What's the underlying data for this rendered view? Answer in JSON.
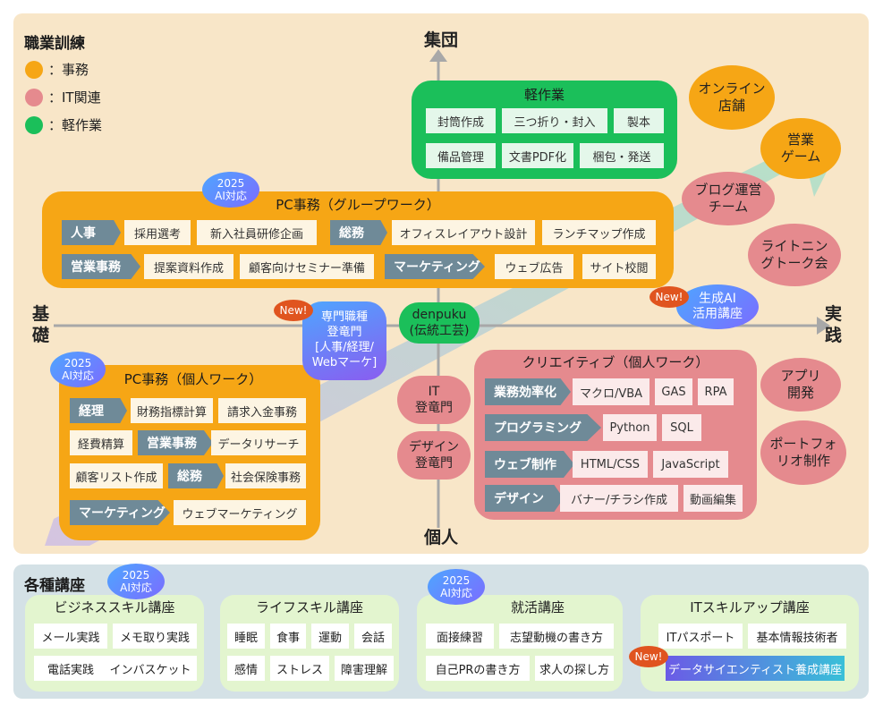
{
  "colors": {
    "orange": "#f6a615",
    "pink": "#e58a8e",
    "green": "#1bbf5a",
    "panel_top": "#f8e6c8",
    "panel_bottom": "#d4e1e6",
    "tag": "#6f8a98",
    "new": "#e0541f"
  },
  "legend": {
    "title": "職業訓練",
    "items": [
      {
        "label": "：事務",
        "color": "#f6a615"
      },
      {
        "label": "：IT関連",
        "color": "#e58a8e"
      },
      {
        "label": "：軽作業",
        "color": "#1bbf5a"
      }
    ]
  },
  "axes": {
    "top": "集団",
    "bottom": "個人",
    "left": "基\n礎",
    "right": "実\n践"
  },
  "light_work": {
    "title": "軽作業",
    "items": [
      "封筒作成",
      "三つ折り・封入",
      "製本",
      "備品管理",
      "文書PDF化",
      "梱包・発送"
    ]
  },
  "pc_group": {
    "badge": "2025\nAI対応",
    "title": "PC事務（グループワーク）",
    "rows": [
      {
        "tag1": "人事",
        "items1": [
          "採用選考",
          "新入社員研修企画"
        ],
        "tag2": "総務",
        "items2": [
          "オフィスレイアウト設計",
          "ランチマップ作成"
        ]
      },
      {
        "tag1": "営業事務",
        "items1": [
          "提案資料作成",
          "顧客向けセミナー準備"
        ],
        "tag2": "マーケティング",
        "items2": [
          "ウェブ広告",
          "サイト校閲"
        ]
      }
    ]
  },
  "pc_individual": {
    "badge": "2025\nAI対応",
    "title": "PC事務（個人ワーク）",
    "keiri": "経理",
    "keiri_items": [
      "財務指標計算",
      "請求入金事務"
    ],
    "expense": "経費精算",
    "sales_tag": "営業事務",
    "sales_item": "データリサーチ",
    "customer_list": "顧客リスト作成",
    "soumu_tag": "総務",
    "soumu_item": "社会保険事務",
    "marketing_tag": "マーケティング",
    "marketing_item": "ウェブマーケティング"
  },
  "specialist": {
    "new": "New!",
    "text": "専門職種\n登竜門\n[人事/経理/\nWebマーケ]"
  },
  "denpuku": "denpuku\n(伝統工芸)",
  "it_gate": "IT\n登竜門",
  "design_gate": "デザイン\n登竜門",
  "creative": {
    "title": "クリエイティブ（個人ワーク）",
    "rows": [
      {
        "tag": "業務効率化",
        "items": [
          "マクロ/VBA",
          "GAS",
          "RPA"
        ]
      },
      {
        "tag": "プログラミング",
        "items": [
          "Python",
          "SQL"
        ]
      },
      {
        "tag": "ウェブ制作",
        "items": [
          "HTML/CSS",
          "JavaScript"
        ]
      },
      {
        "tag": "デザイン",
        "items": [
          "バナー/チラシ作成",
          "動画編集"
        ]
      }
    ]
  },
  "circles": {
    "online_shop": "オンライン\n店舗",
    "sales_game": "営業\nゲーム",
    "blog_team": "ブログ運営\nチーム",
    "lightning_talk": "ライトニン\nグトーク会",
    "genai": "生成AI\n活用講座",
    "genai_new": "New!",
    "app_dev": "アプリ\n開発",
    "portfolio": "ポートフォ\nリオ制作"
  },
  "courses": {
    "title": "各種講座",
    "business": {
      "badge": "2025\nAI対応",
      "title": "ビジネススキル講座",
      "items": [
        "メール実践",
        "メモ取り実践",
        "電話実践",
        "インバスケット"
      ]
    },
    "life": {
      "title": "ライフスキル講座",
      "items": [
        "睡眠",
        "食事",
        "運動",
        "会話",
        "感情",
        "ストレス",
        "障害理解"
      ]
    },
    "job": {
      "badge": "2025\nAI対応",
      "title": "就活講座",
      "items": [
        "面接練習",
        "志望動機の書き方",
        "自己PRの書き方",
        "求人の探し方"
      ]
    },
    "it": {
      "title": "ITスキルアップ講座",
      "items": [
        "ITパスポート",
        "基本情報技術者",
        "データサイエンティスト養成講座"
      ],
      "new": "New!"
    }
  }
}
